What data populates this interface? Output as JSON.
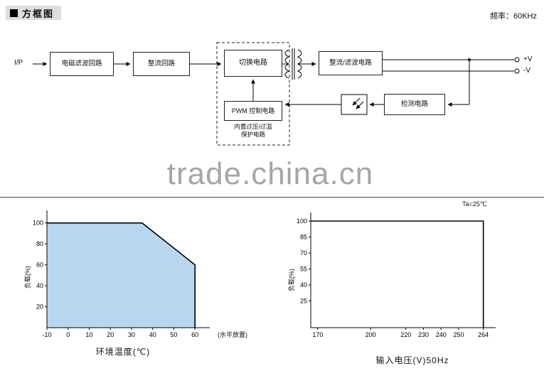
{
  "page": {
    "section_title": "方框图",
    "frequency_label": "频率：60KHz",
    "watermark": "trade.china.cn"
  },
  "diagram": {
    "input_label": "I/P",
    "emi_filter_label": "电磁滤波回路",
    "rectifier_label": "整流回路",
    "switching_label": "切换电路",
    "pwm_label": "PWM 控制电路",
    "protection_line1": "内置过压/过温",
    "protection_line2": "保护电路",
    "rectify_filter_label": "整流/滤波电路",
    "detection_label": "检测电路",
    "output_positive": "+V",
    "output_negative": "-V"
  },
  "chart_data": [
    {
      "type": "area",
      "title": "load-vs-ambient-temperature-derating",
      "xlabel": "环境温度(℃)",
      "ylabel": "负载(%)",
      "annotation": "(水平放置)",
      "x_ticks": [
        -10,
        0,
        10,
        20,
        30,
        40,
        50,
        60
      ],
      "y_ticks": [
        20,
        40,
        60,
        80,
        100
      ],
      "xlim": [
        -10,
        67
      ],
      "ylim": [
        0,
        112
      ],
      "points": [
        [
          -10,
          100
        ],
        [
          35,
          100
        ],
        [
          60,
          60
        ],
        [
          60,
          0
        ]
      ],
      "fill_color": "#b9d6ef",
      "grid": false,
      "legend": false
    },
    {
      "type": "line",
      "title": "load-vs-input-voltage",
      "xlabel": "输入电压(V)50Hz",
      "ylabel": "负载(%)",
      "annotation": "Ta=25℃",
      "x_ticks": [
        170,
        200,
        220,
        230,
        240,
        250,
        264
      ],
      "y_ticks": [
        25,
        40,
        55,
        70,
        85,
        100
      ],
      "xlim": [
        166,
        271
      ],
      "ylim": [
        0,
        108
      ],
      "points": [
        [
          166,
          100
        ],
        [
          264,
          100
        ],
        [
          264,
          0
        ]
      ],
      "fill_color": null,
      "grid": false,
      "legend": false
    }
  ]
}
